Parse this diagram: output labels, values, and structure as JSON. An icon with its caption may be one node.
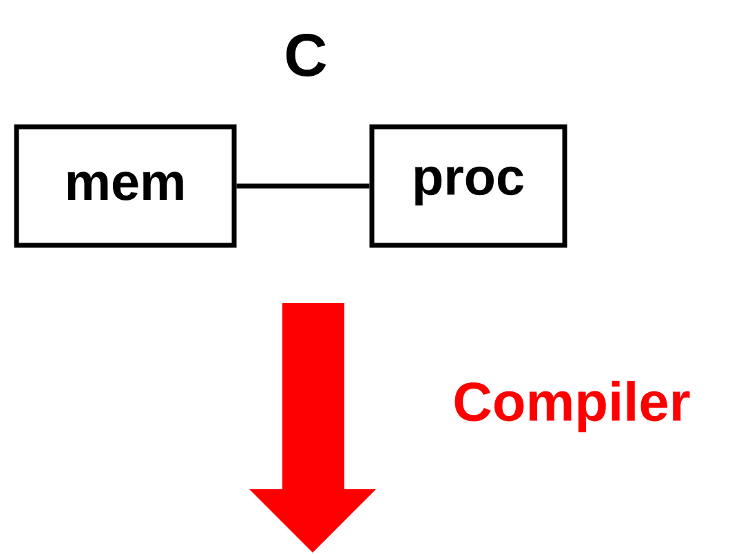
{
  "diagram": {
    "title": "C",
    "nodes": [
      {
        "text": [
          "mem"
        ]
      },
      {
        "text": [
          "proc"
        ]
      }
    ],
    "edges": [
      {
        "from": 0,
        "to": 1,
        "arrow": "none"
      }
    ],
    "labels": [
      "Compiler"
    ]
  }
}
